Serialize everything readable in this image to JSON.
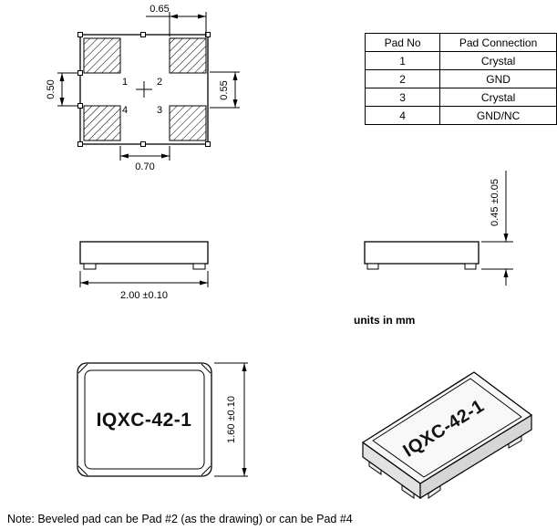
{
  "table": {
    "headers": [
      "Pad No",
      "Pad Connection"
    ],
    "rows": [
      {
        "no": "1",
        "conn": "Crystal"
      },
      {
        "no": "2",
        "conn": "GND"
      },
      {
        "no": "3",
        "conn": "Crystal"
      },
      {
        "no": "4",
        "conn": "GND/NC"
      }
    ]
  },
  "top_view": {
    "dim_top": "0.65",
    "dim_left": "0.50",
    "dim_right": "0.55",
    "dim_bottom": "0.70",
    "pad1": "1",
    "pad2": "2",
    "pad3": "3",
    "pad4": "4"
  },
  "side_view_front": {
    "dim_width": "2.00 ±0.10"
  },
  "side_view_height": {
    "dim_height": "0.45 ±0.05"
  },
  "marking_view": {
    "part_number": "IQXC-42-1",
    "dim_height": "1.60 ±0.10"
  },
  "iso_view": {
    "part_number": "IQXC-42-1"
  },
  "units_label": "units in mm",
  "note": "Note: Beveled pad can be Pad #2 (as the drawing) or can be Pad #4"
}
